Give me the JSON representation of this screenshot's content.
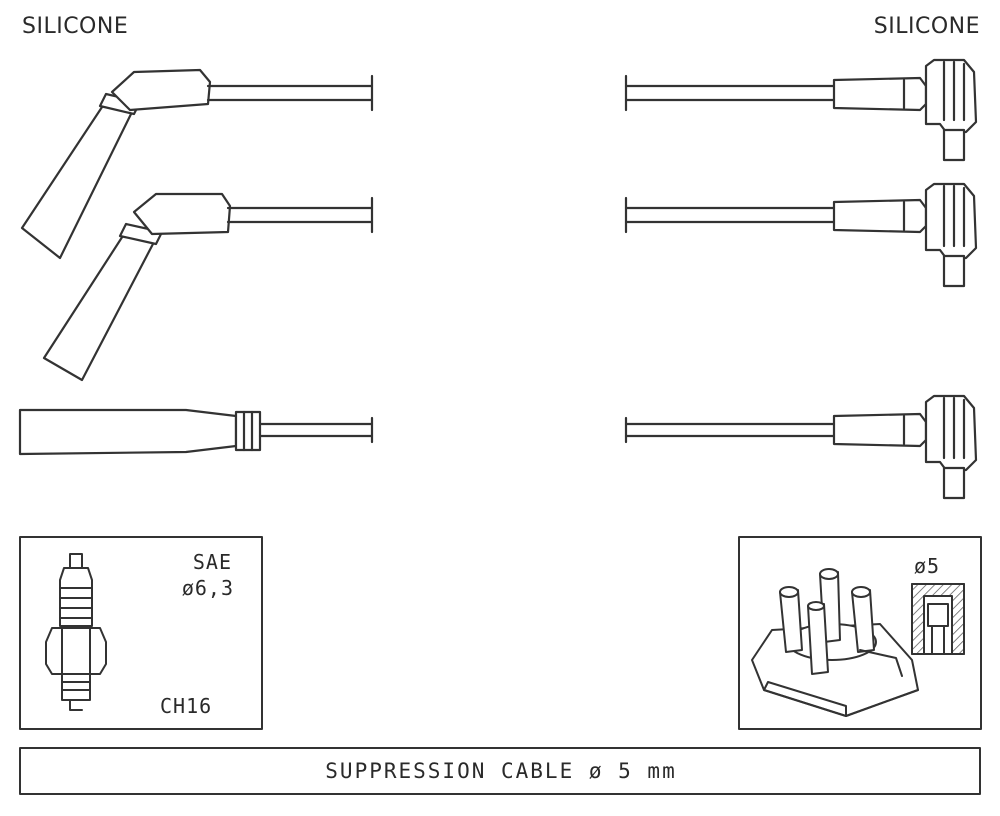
{
  "header": {
    "left_label": "SILICONE",
    "right_label": "SILICONE"
  },
  "spark_plug_box": {
    "terminal_type": "SAE",
    "terminal_diameter": "ø6,3",
    "plug_code": "CH16"
  },
  "distributor_box": {
    "terminal_diameter": "ø5"
  },
  "footer": {
    "cable_spec": "SUPPRESSION CABLE  ø  5 mm"
  }
}
